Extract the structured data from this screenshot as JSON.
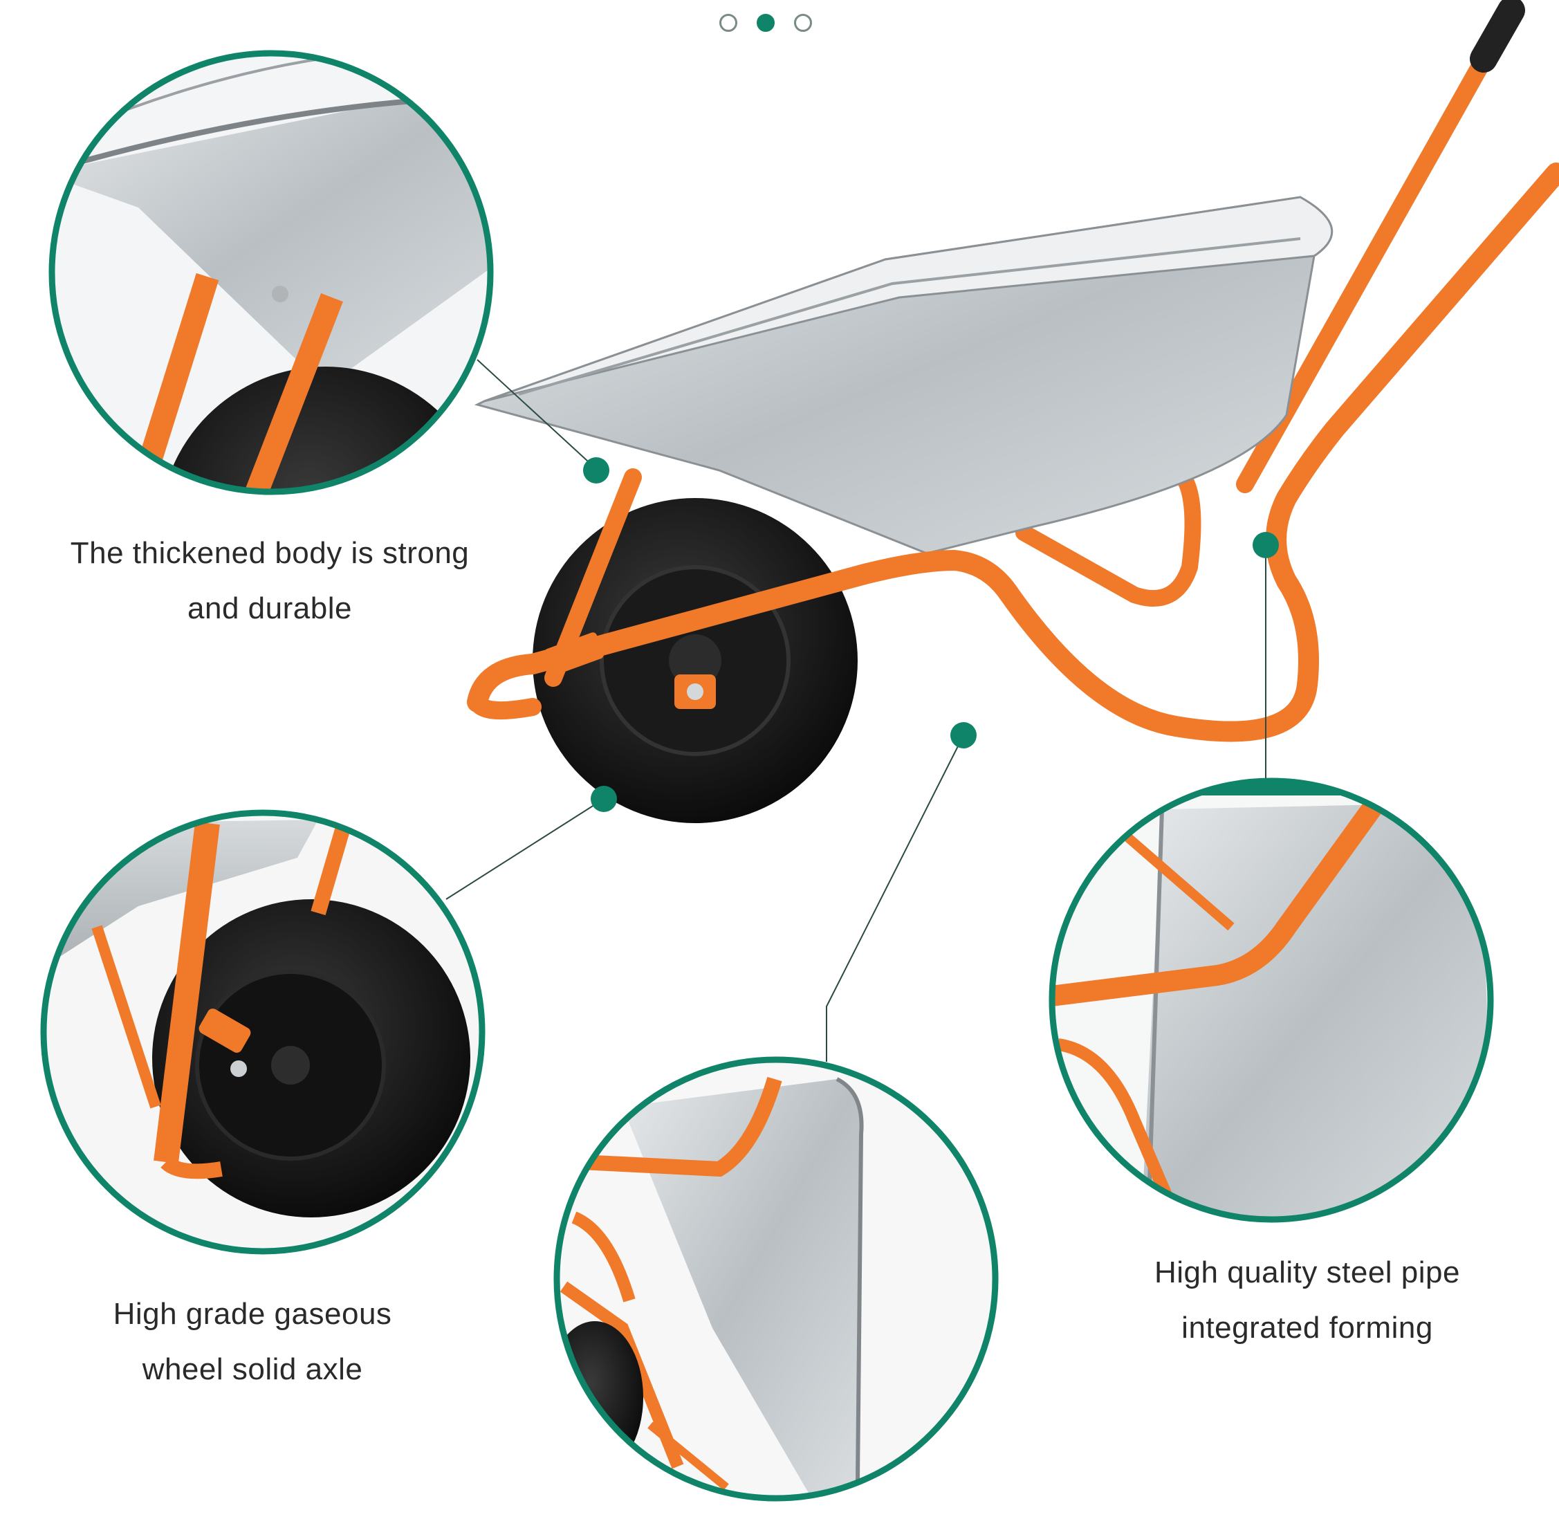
{
  "carousel": {
    "total": 3,
    "active_index": 1
  },
  "colors": {
    "accent": "#0f8468",
    "frame": "#f07a2a",
    "steel": "#c9cdd0",
    "tyre": "#151515"
  },
  "features": [
    {
      "icon": "galvanized-body-closeup",
      "lines": [
        "The thickened body is strong",
        "and durable"
      ]
    },
    {
      "icon": "wheel-axle-closeup",
      "lines": [
        "High grade gaseous",
        "wheel solid axle"
      ]
    },
    {
      "icon": "body-edge-closeup",
      "lines": []
    },
    {
      "icon": "steel-pipe-frame-closeup",
      "lines": [
        "High quality steel pipe",
        "integrated forming"
      ]
    }
  ]
}
